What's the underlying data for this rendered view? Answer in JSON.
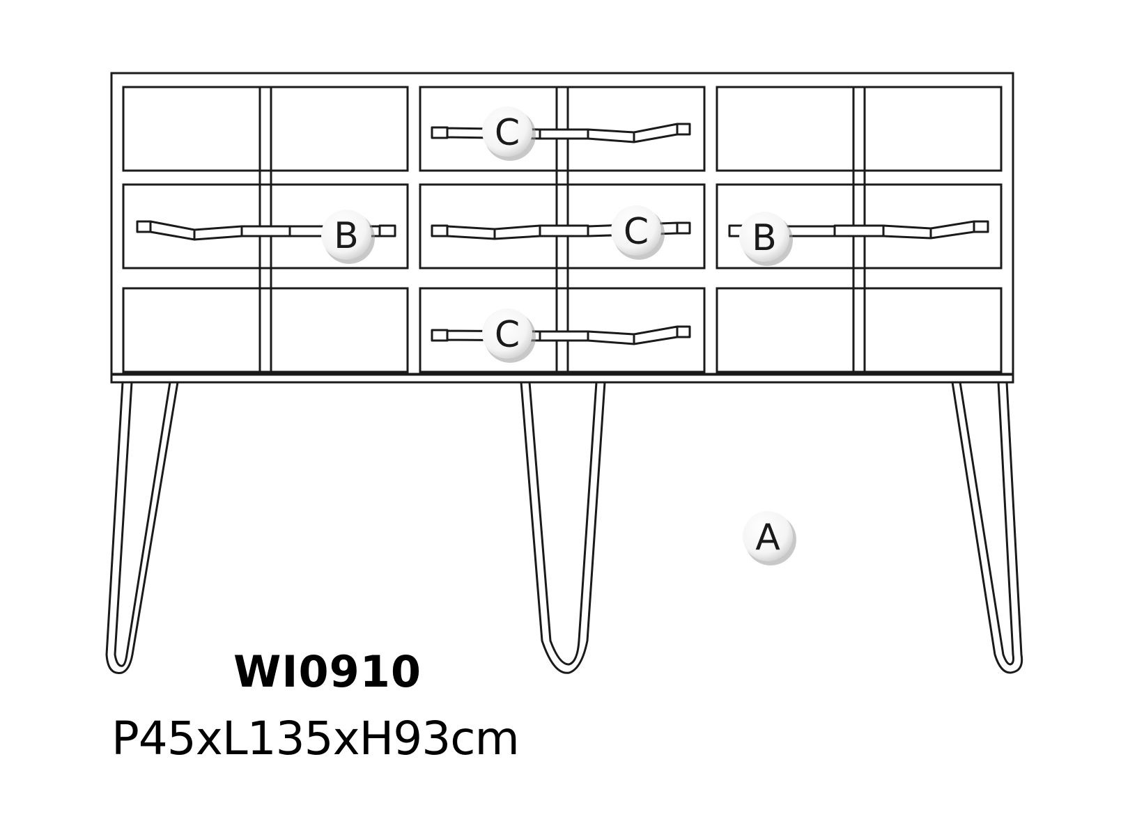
{
  "product": {
    "model_code": "WI0910",
    "dimensions": "P45xL135xH93cm"
  },
  "part_labels": {
    "top_center": "C",
    "middle_left": "B",
    "middle_center": "C",
    "middle_right": "B",
    "bottom_center": "C",
    "legs": "A"
  },
  "colors": {
    "line": "#1a1a1a",
    "bubble_fill": "#ffffff",
    "bubble_shadow": "#9a9a9a"
  }
}
